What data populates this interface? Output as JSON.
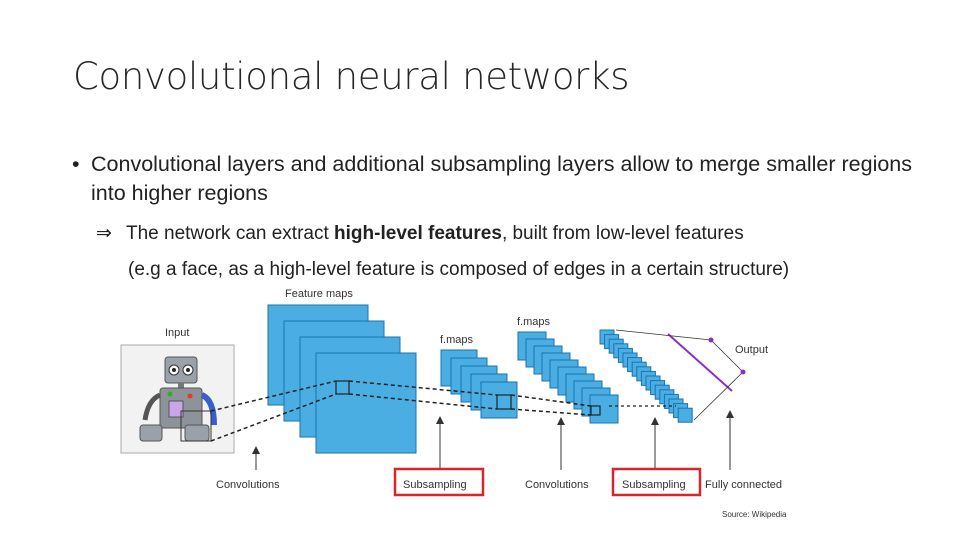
{
  "slide": {
    "title": "Convolutional neural networks",
    "bullet_mark": "•",
    "bullet_text": "Convolutional layers and additional subsampling layers allow to merge smaller regions into higher regions",
    "implies_symbol": "⇒",
    "sub_prefix": "The network can extract ",
    "sub_bold": "high-level features",
    "sub_suffix": ", built from low-level features",
    "example_text": "(e.g a face, as a high-level feature is composed of edges in a certain structure)",
    "source": "Source: Wikipedia"
  },
  "figure": {
    "label_input": "Input",
    "label_feature_maps": "Feature maps",
    "label_fmaps_1": "f.maps",
    "label_fmaps_2": "f.maps",
    "label_output": "Output",
    "label_convolutions_1": "Convolutions",
    "label_subsampling_1": "Subsampling",
    "label_convolutions_2": "Convolutions",
    "label_subsampling_2": "Subsampling",
    "label_fully_connected": "Fully connected",
    "colors": {
      "map_fill": "#4aaee3",
      "map_stroke": "#1a73b3",
      "highlight_box": "#d9242a",
      "output_line": "#8b2fc9"
    }
  }
}
